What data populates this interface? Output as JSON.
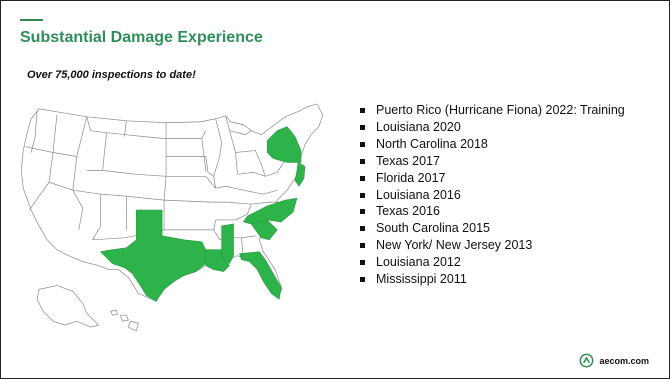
{
  "slide": {
    "title": "Substantial Damage Experience",
    "subtitle": "Over 75,000 inspections to date!",
    "experience_items": [
      "Puerto Rico (Hurricane Fiona) 2022: Training",
      "Louisiana 2020",
      "North Carolina 2018",
      "Texas 2017",
      "Florida 2017",
      "Louisiana 2016",
      "Texas 2016",
      "South Carolina 2015",
      "New York/ New Jersey  2013",
      "Louisiana 2012",
      "Mississippi 2011"
    ],
    "map": {
      "highlighted_states": [
        "TX",
        "LA",
        "MS",
        "FL",
        "SC",
        "NC",
        "NY",
        "NJ"
      ]
    },
    "footer": {
      "brand": "aecom.com"
    }
  },
  "colors": {
    "accent": "#2e8b57",
    "title": "#2f8f5a",
    "highlight": "#2db34a",
    "state_fill": "#ffffff",
    "state_outline": "#888888"
  }
}
